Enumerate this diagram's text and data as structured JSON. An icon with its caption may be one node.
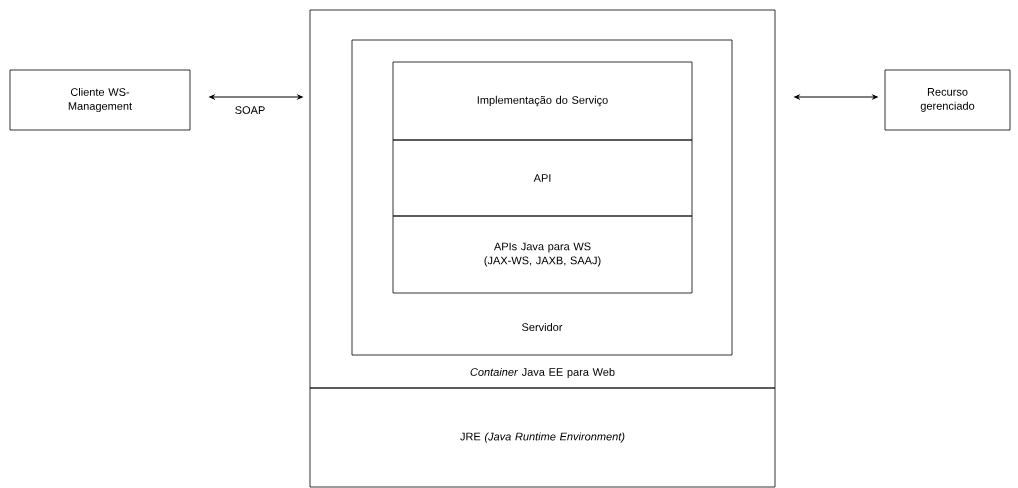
{
  "diagram": {
    "nodes": [
      {
        "text": [
          "Cliente WS-Management"
        ]
      },
      {
        "text": [
          "*Container* Java EE para Web"
        ]
      },
      {
        "text": [
          "Servidor"
        ],
        "in": 1
      },
      {
        "text": [
          "Implementação do Serviço"
        ],
        "in": 2
      },
      {
        "text": [
          "API"
        ],
        "in": 2
      },
      {
        "text": [
          "APIs Java para WS (JAX-WS, JAXB, SAAJ)"
        ],
        "in": 2
      },
      {
        "text": [
          "JRE *(Java Runtime Environment)*"
        ]
      },
      {
        "text": [
          "Recurso gerenciado"
        ]
      }
    ],
    "edges": [
      {
        "from": 0,
        "to": 1,
        "arrow": "both",
        "label": "SOAP"
      },
      {
        "from": 1,
        "to": 7,
        "arrow": "both"
      }
    ]
  }
}
